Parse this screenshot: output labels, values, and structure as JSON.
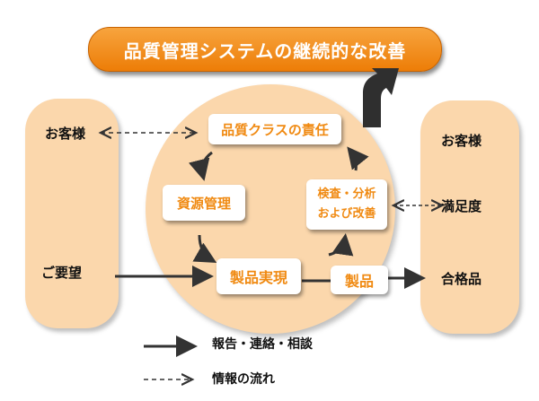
{
  "title": "品質管理システムの継続的な改善",
  "left_panel": {
    "customer": "お客様",
    "request": "ご要望"
  },
  "right_panel": {
    "customer": "お客様",
    "satisfaction": "満足度",
    "passed": "合格品"
  },
  "cycle": {
    "quality_responsibility": "品質クラスの責任",
    "resource_management": "資源管理",
    "inspection_line1": "検査・分析",
    "inspection_line2": "および改善",
    "product_realization": "製品実現",
    "product": "製品"
  },
  "legend": {
    "solid": "報告・連絡・相談",
    "dashed": "情報の流れ"
  },
  "colors": {
    "accent": "#ed7d07",
    "fill": "#fbd7ac",
    "label": "#f08a12",
    "arrow": "#333333"
  }
}
